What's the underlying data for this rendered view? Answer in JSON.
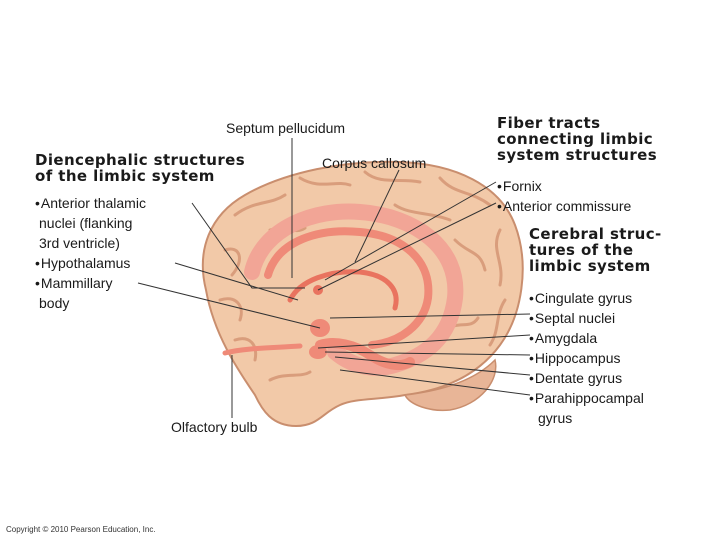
{
  "labels": {
    "septum": "Septum pellucidum",
    "corpus": "Corpus callosum",
    "olfactory": "Olfactory bulb"
  },
  "diencephalic": {
    "heading_1": "Diencephalic structures",
    "heading_2": "of the limbic system",
    "items": [
      "Anterior thalamic",
      "nuclei (flanking",
      "3rd ventricle)",
      "Hypothalamus",
      "Mammillary",
      "body"
    ]
  },
  "fiber": {
    "heading_1": "Fiber tracts",
    "heading_2": "connecting limbic",
    "heading_3": "system structures",
    "items": [
      "Fornix",
      "Anterior commissure"
    ]
  },
  "cerebral": {
    "heading_1": "Cerebral struc-",
    "heading_2": "tures of the",
    "heading_3": "limbic system",
    "items": [
      "Cingulate gyrus",
      "Septal nuclei",
      "Amygdala",
      "Hippocampus",
      "Dentate gyrus",
      "Parahippocampal",
      "gyrus"
    ]
  },
  "copyright": "Copyright © 2010 Pearson Education, Inc.",
  "colors": {
    "brain": "#f2c9a8",
    "gyri": "#d99d7c",
    "limbic": "#ef8a78",
    "line": "#333333"
  }
}
